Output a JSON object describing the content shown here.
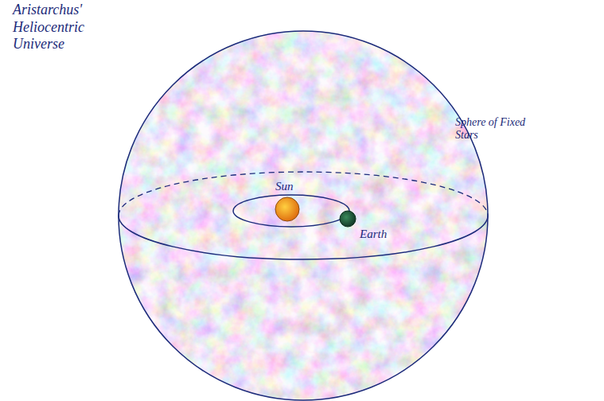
{
  "diagram": {
    "title": "Aristarchus' Heliocentric Universe",
    "labels": [
      "Sphere of Fixed Stars",
      "Sun",
      "Earth"
    ]
  }
}
